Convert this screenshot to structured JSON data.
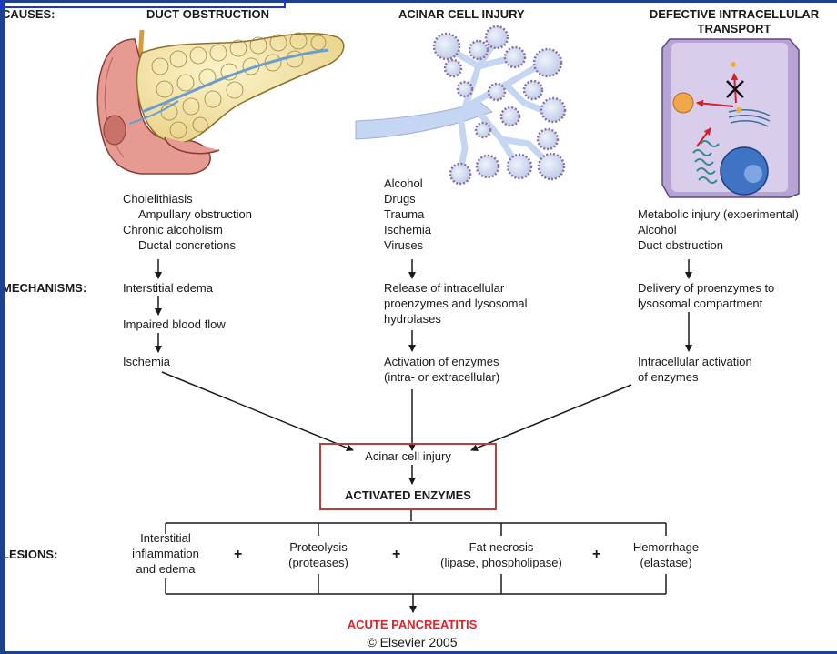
{
  "headers": {
    "causes": "CAUSES:",
    "mechanisms": "MECHANISMS:",
    "lesions": "LESIONS:"
  },
  "columns": {
    "duct": {
      "title": "DUCT OBSTRUCTION",
      "causes": [
        "Cholelithiasis",
        "Ampullary obstruction",
        "Chronic alcoholism",
        "Ductal concretions"
      ],
      "mechanism_1": "Interstitial edema",
      "mechanism_2": "Impaired blood flow",
      "mechanism_3": "Ischemia"
    },
    "acinar": {
      "title": "ACINAR CELL INJURY",
      "causes": [
        "Alcohol",
        "Drugs",
        "Trauma",
        "Ischemia",
        "Viruses"
      ],
      "mechanism_1": [
        "Release of intracellular",
        "proenzymes and lysosomal",
        "hydrolases"
      ],
      "mechanism_2": [
        "Activation of enzymes",
        "(intra- or extracellular)"
      ]
    },
    "transport": {
      "title": [
        "DEFECTIVE INTRACELLULAR",
        "TRANSPORT"
      ],
      "causes": [
        "Metabolic injury (experimental)",
        "Alcohol",
        "Duct obstruction"
      ],
      "mechanism_1": [
        "Delivery of proenzymes to",
        "lysosomal compartment"
      ],
      "mechanism_2": [
        "Intracellular activation",
        "of enzymes"
      ]
    }
  },
  "center": {
    "injury": "Acinar cell injury",
    "activated": "ACTIVATED ENZYMES"
  },
  "lesions": {
    "items": [
      [
        "Interstitial",
        "inflammation",
        "and edema"
      ],
      [
        "Proteolysis",
        "(proteases)"
      ],
      [
        "Fat necrosis",
        "(lipase, phospholipase)"
      ],
      [
        "Hemorrhage",
        "(elastase)"
      ]
    ],
    "plus": "+"
  },
  "outcome": "ACUTE PANCREATITIS",
  "copyright": "© Elsevier 2005",
  "colors": {
    "outcome_red": "#e0222a",
    "box_red": "#b8413e",
    "frame_blue": "#1f3f8f"
  }
}
